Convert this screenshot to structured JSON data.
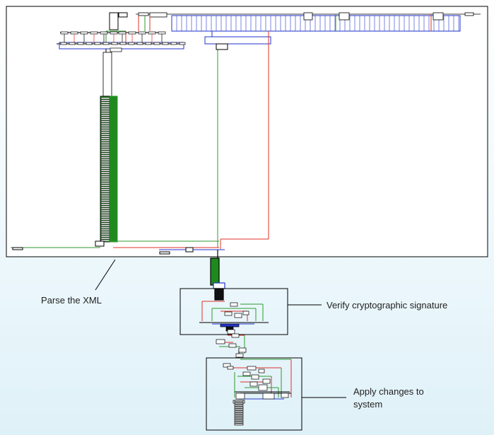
{
  "annotations": {
    "parse": "Parse the XML",
    "verify": "Verify cryptographic signature",
    "apply_line1": "Apply changes to",
    "apply_line2": "system"
  },
  "colors": {
    "call_red": "#e0302a",
    "call_green": "#2f9a2f",
    "call_blue": "#2233cc",
    "frame": "#000000",
    "node_fill": "#ffffff"
  }
}
